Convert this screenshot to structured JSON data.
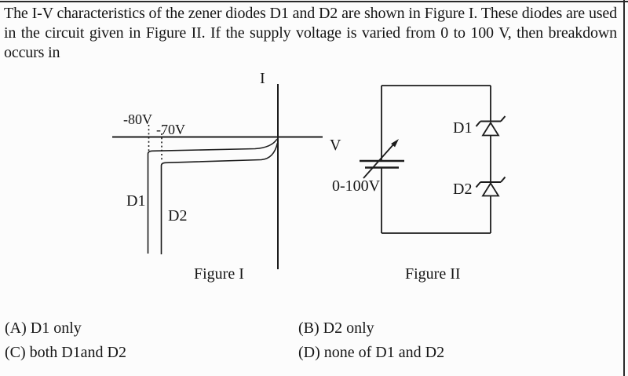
{
  "question": {
    "lines": [
      "The I-V characteristics of the zener diodes D1 and D2 are shown in Figure I. These diodes are used",
      "in the circuit given in Figure II. If the supply voltage is varied from 0 to 100 V, then breakdown",
      "occurs in"
    ]
  },
  "figure1": {
    "caption": "Figure I",
    "current_axis_label": "I",
    "voltage_axis_label": "V",
    "d1_breakdown_label": "-80V",
    "d2_breakdown_label": "-70V",
    "d1_curve_label": "D1",
    "d2_curve_label": "D2",
    "breakdown_voltages": [
      -80,
      -70
    ]
  },
  "figure2": {
    "caption": "Figure II",
    "source_range_label": "0-100V",
    "d1_diode_label": "D1",
    "d2_diode_label": "D2"
  },
  "options": [
    {
      "label": "(A)",
      "text": "D1 only"
    },
    {
      "label": "(B)",
      "text": "D2 only"
    },
    {
      "label": "(C)",
      "text": "both D1and D2"
    },
    {
      "label": "(D)",
      "text": "none of D1 and D2"
    }
  ]
}
